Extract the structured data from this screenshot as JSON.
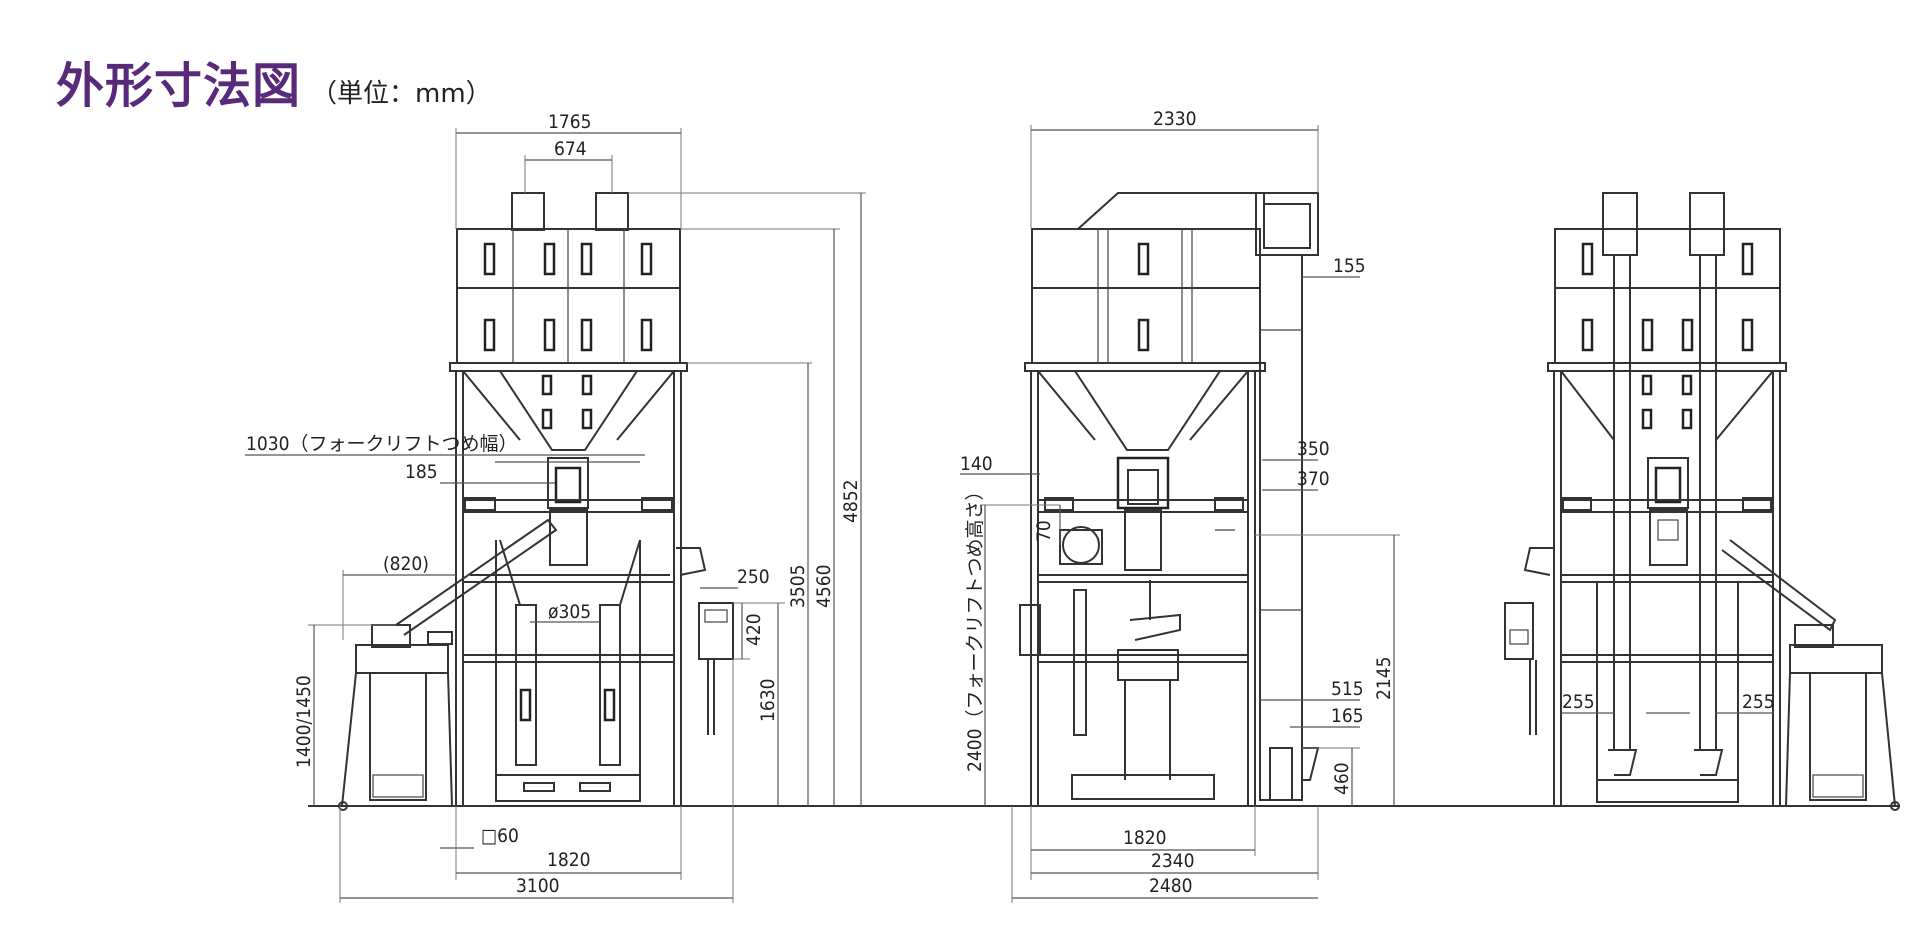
{
  "title": {
    "main": "外形寸法図",
    "unit": "（単位：mm）"
  },
  "dimensions": {
    "front": {
      "overall_width_top": "1765",
      "chute_pitch": "674",
      "forklift_width": "1030（フォークリフトつめ幅）",
      "d185": "185",
      "side_820": "(820)",
      "pipe_dia": "ø305",
      "d250": "250",
      "d420": "420",
      "h_1400_1450": "1400/1450",
      "h1630": "1630",
      "h3505": "3505",
      "h4560": "4560",
      "h4852": "4852",
      "post": "□60",
      "base_1820": "1820",
      "overall_3100": "3100"
    },
    "side": {
      "overall_2330": "2330",
      "d155": "155",
      "d140": "140",
      "d70": "70",
      "d350": "350",
      "d370": "370",
      "forklift_height": "2400（フォークリフトつめ高さ）",
      "h2145": "2145",
      "d515": "515",
      "d165": "165",
      "h460": "460",
      "w1820": "1820",
      "w2340": "2340",
      "w2480": "2480"
    },
    "rear": {
      "left_255": "255",
      "right_255": "255"
    }
  }
}
